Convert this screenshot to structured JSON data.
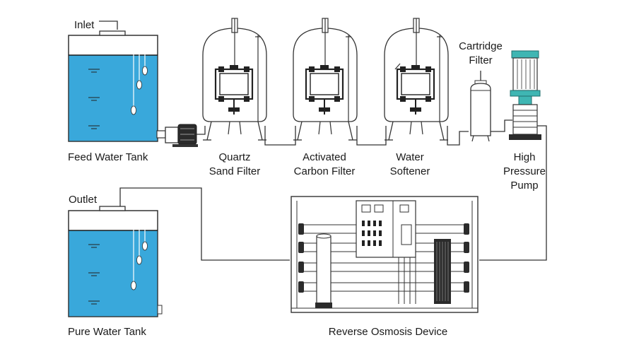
{
  "labels": {
    "inlet": "Inlet",
    "feed_tank": "Feed Water Tank",
    "quartz": "Quartz\nSand Filter",
    "carbon": "Activated\nCarbon Filter",
    "softener": "Water\nSoftener",
    "cartridge": "Cartridge\nFilter",
    "pump": "High\nPressure\nPump",
    "outlet": "Outlet",
    "pure_tank": "Pure Water Tank",
    "ro": "Reverse Osmosis Device"
  },
  "colors": {
    "water": "#39a8db",
    "line": "#333333",
    "pump_teal": "#3fb6b3"
  }
}
